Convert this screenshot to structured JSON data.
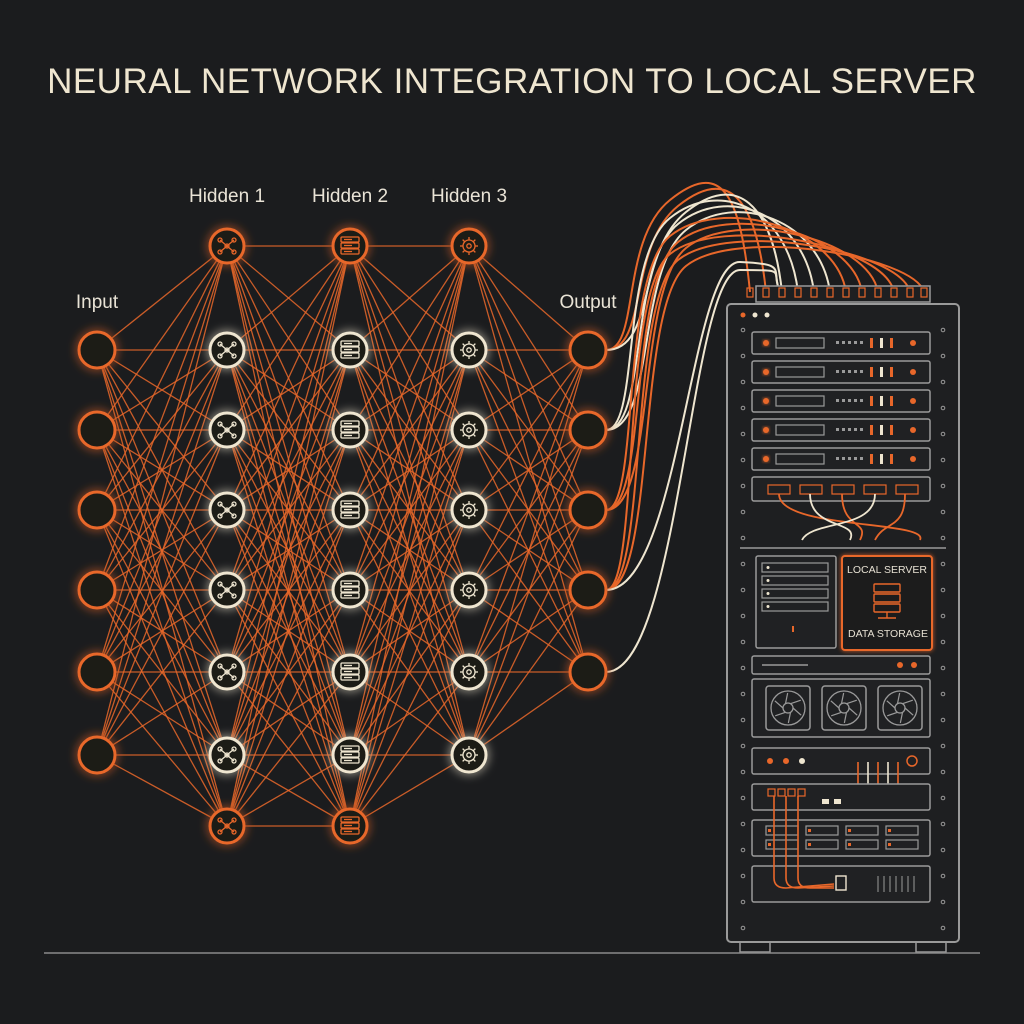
{
  "title": "NEURAL NETWORK INTEGRATION TO LOCAL SERVER",
  "layers": {
    "input": "Input",
    "hidden1": "Hidden 1",
    "hidden2": "Hidden 2",
    "hidden3": "Hidden 3",
    "output": "Output"
  },
  "server": {
    "panel_top": "LOCAL SERVER",
    "panel_bottom": "DATA STORAGE"
  },
  "colors": {
    "background": "#1b1c1e",
    "accent": "#e8672a",
    "cream": "#efe6d0",
    "rack": "#9a9a9a"
  },
  "icons": {
    "hidden1": "network-node-icon",
    "hidden2": "server-stack-icon",
    "hidden3": "gear-icon",
    "panel": "database-server-icon"
  }
}
